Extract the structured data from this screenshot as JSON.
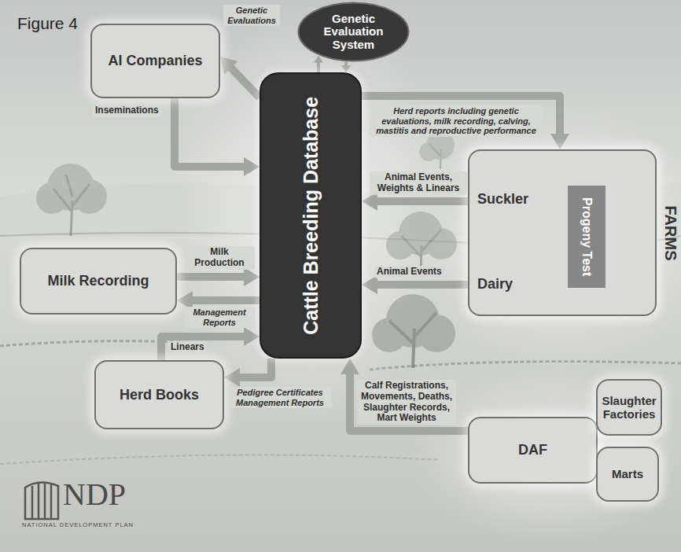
{
  "diagram": {
    "title": "Figure 4",
    "nodes": [
      {
        "text": [
          "Genetic Evaluation System"
        ]
      },
      {
        "text": [
          "AI Companies"
        ]
      },
      {
        "text": [
          "Cattle Breeding Database"
        ]
      },
      {
        "text": [
          "Milk Recording"
        ]
      },
      {
        "text": [
          "FARMS",
          "Suckler",
          "Dairy"
        ]
      },
      {
        "text": [
          "Progeny Test"
        ],
        "in": 4
      },
      {
        "text": [
          "Herd Books"
        ]
      },
      {
        "text": [
          "DAF"
        ]
      },
      {
        "text": [
          "Slaughter Factories"
        ]
      },
      {
        "text": [
          "Marts"
        ]
      }
    ],
    "edges": [
      {
        "from": 2,
        "to": 1,
        "label": "Genetic Evaluations",
        "arrow": "to"
      },
      {
        "from": 1,
        "to": 2,
        "label": "Inseminations",
        "arrow": "to"
      },
      {
        "from": 2,
        "to": 0,
        "arrow": "to"
      },
      {
        "from": 0,
        "to": 2,
        "arrow": "to"
      },
      {
        "from": 2,
        "to": 4,
        "label": "Herd reports including genetic evaluations, milk recording, calving, mastitis and reproductive performance",
        "arrow": "to"
      },
      {
        "from": 4,
        "to": 2,
        "label": "Animal Events, Weights & Linears",
        "arrow": "to"
      },
      {
        "from": 3,
        "to": 2,
        "label": "Milk Production",
        "arrow": "to"
      },
      {
        "from": 2,
        "to": 3,
        "label": "Management Reports",
        "arrow": "to"
      },
      {
        "from": 4,
        "to": 2,
        "label": "Animal Events",
        "arrow": "to"
      },
      {
        "from": 6,
        "to": 2,
        "label": "Linears",
        "arrow": "to"
      },
      {
        "from": 2,
        "to": 6,
        "label": "Pedigree Certificates Management Reports",
        "arrow": "to"
      },
      {
        "from": 7,
        "to": 2,
        "label": "Calf Registrations, Movements, Deaths, Slaughter Records, Mart Weights",
        "arrow": "to"
      }
    ],
    "labels": [
      "NDP",
      "NATIONAL DEVELOPMENT PLAN"
    ]
  }
}
